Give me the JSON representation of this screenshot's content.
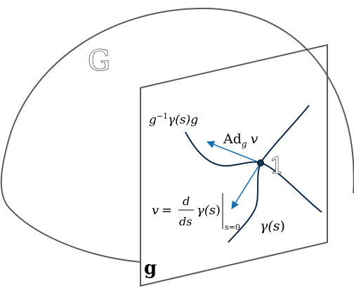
{
  "labels": {
    "group": "G",
    "algebra": "g",
    "identity": "1",
    "conjugated_curve_prefix": "g",
    "conjugated_curve_exponent": "−1",
    "conjugated_curve_mid": "γ(",
    "conjugated_curve_var": "s",
    "conjugated_curve_suffix": ")g",
    "adjoint_op": "Ad",
    "adjoint_sub": "g",
    "adjoint_vec": "v",
    "tangent_lhs": "v",
    "tangent_eq": "=",
    "frac_num": "d",
    "frac_den": "ds",
    "tangent_fn": "γ(",
    "tangent_var": "s",
    "tangent_close": ")",
    "eval_sub": "s=0",
    "curve_name": "γ(",
    "curve_var": "s",
    "curve_close": ")"
  },
  "colors": {
    "dome_stroke": "#5a5a5a",
    "plane_stroke": "#5a5a5a",
    "curve_stroke": "#0e2a4a",
    "arrow_blue": "#1a6fb0",
    "identity_point": "#0e3a5e"
  }
}
